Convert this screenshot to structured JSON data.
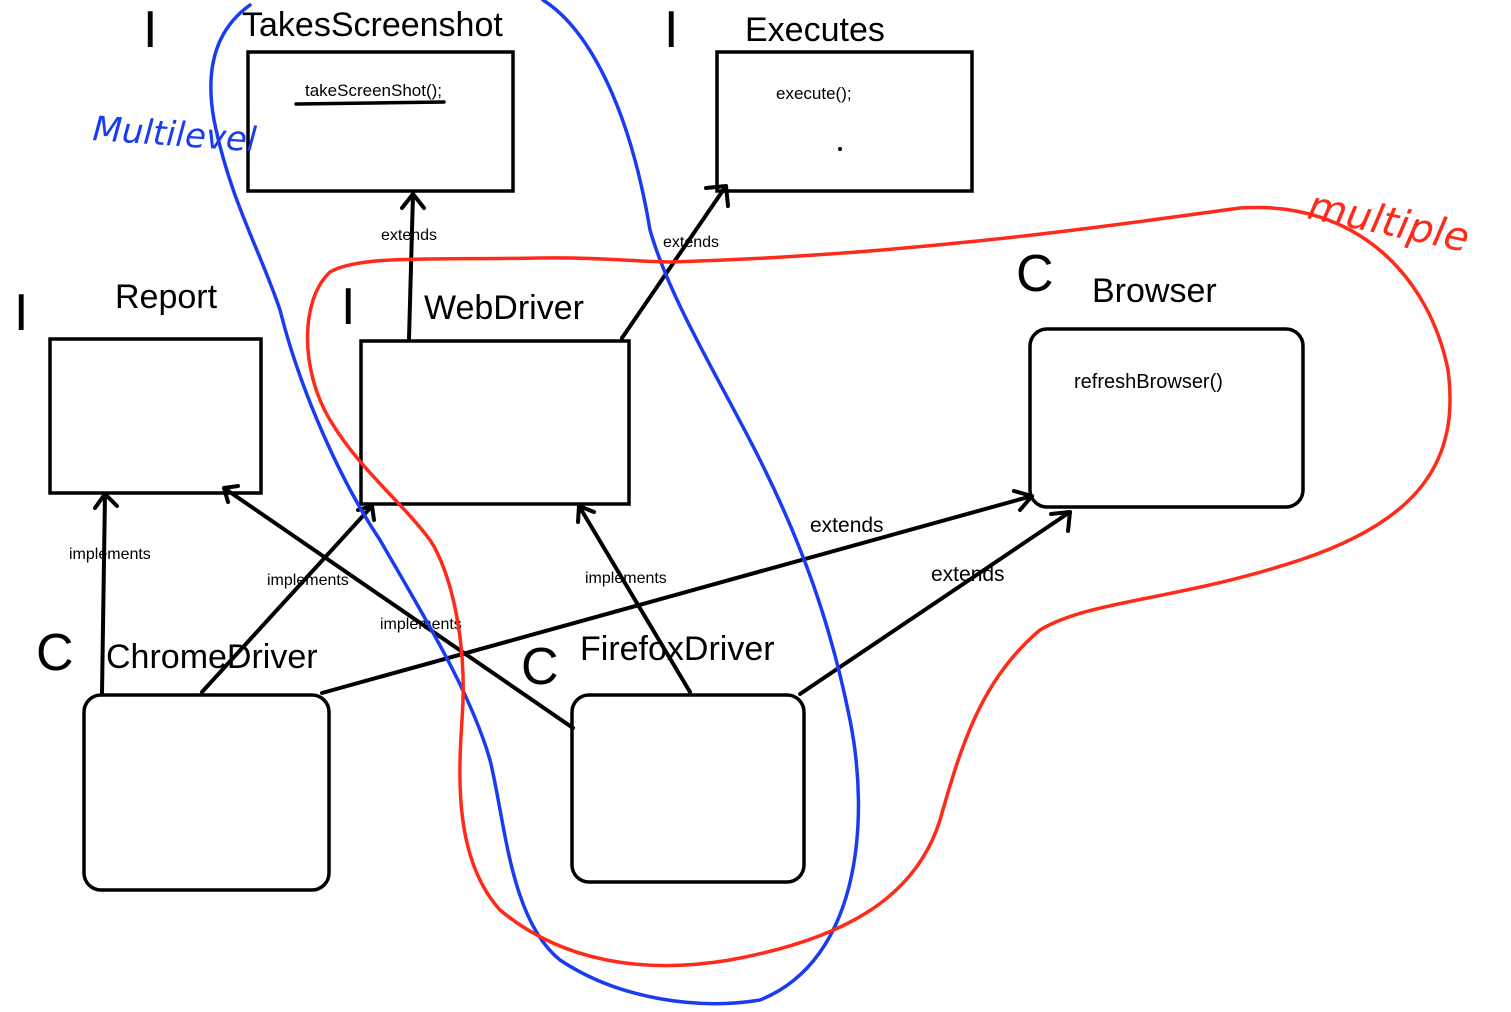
{
  "nodes": {
    "takes_screenshot": {
      "kind": "I",
      "title": "TakesScreenshot",
      "method": "takeScreenShot();"
    },
    "executes": {
      "kind": "I",
      "title": "Executes",
      "method": "execute();"
    },
    "report": {
      "kind": "I",
      "title": "Report"
    },
    "webdriver": {
      "kind": "I",
      "title": "WebDriver"
    },
    "browser": {
      "kind": "C",
      "title": "Browser",
      "method": "refreshBrowser()"
    },
    "chromedriver": {
      "kind": "C",
      "title": "ChromeDriver"
    },
    "firefoxdriver": {
      "kind": "C",
      "title": "FirefoxDriver"
    }
  },
  "edges": {
    "webdriver_takes": "extends",
    "webdriver_executes": "extends",
    "chrome_report": "implements",
    "chrome_webdriver": "implements",
    "firefox_report": "implements",
    "firefox_webdriver": "implements",
    "chrome_browser": "extends",
    "firefox_browser": "extends"
  },
  "annotations": {
    "blue_label": "Multilevel",
    "red_label": "multiple",
    "blue_color": "#1a3cf0",
    "red_color": "#ff2a1a"
  }
}
